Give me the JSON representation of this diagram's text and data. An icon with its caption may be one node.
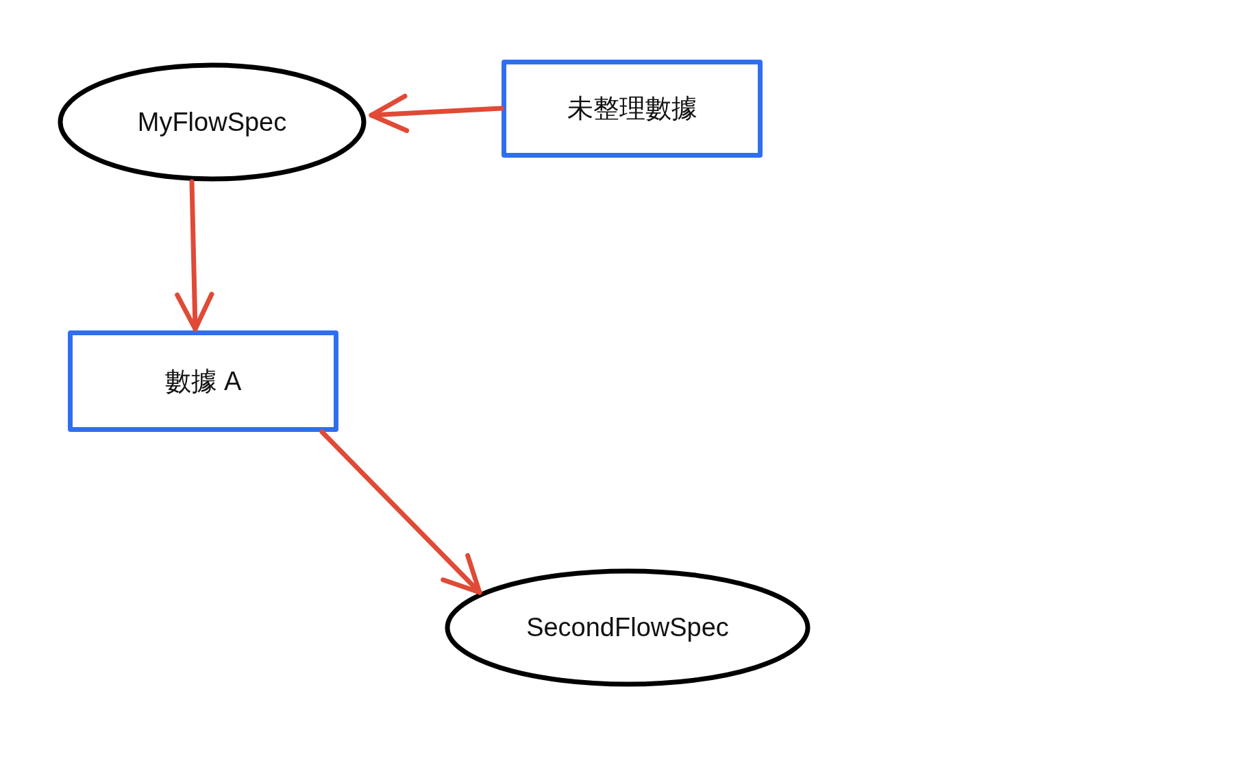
{
  "diagram": {
    "nodes": [
      {
        "text": [
          "MyFlowSpec"
        ]
      },
      {
        "text": [
          "未整理數據"
        ]
      },
      {
        "text": [
          "數據 A"
        ]
      },
      {
        "text": [
          "SecondFlowSpec"
        ]
      }
    ],
    "edges": [
      {
        "from": 1,
        "to": 0,
        "arrow": "to"
      },
      {
        "from": 0,
        "to": 2,
        "arrow": "to"
      },
      {
        "from": 2,
        "to": 3,
        "arrow": "to"
      }
    ]
  }
}
